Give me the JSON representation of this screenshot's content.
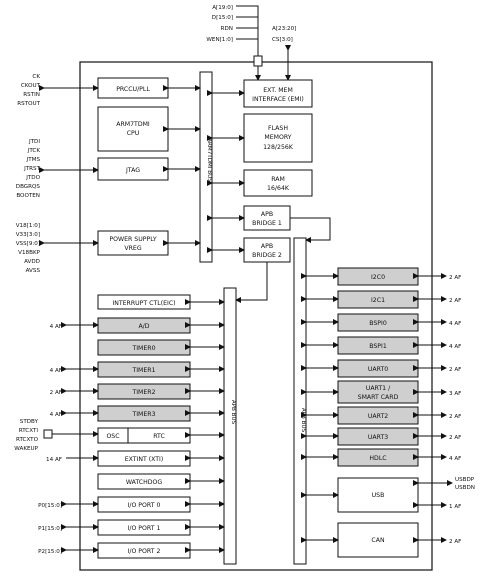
{
  "ext_mem_signals": [
    "A[19:0]",
    "D[15:0]",
    "RDN",
    "WEN[1:0]"
  ],
  "ext_mem_signals_right": [
    "A[23:20]",
    "CS[3:0]"
  ],
  "clock_signals": [
    "CK",
    "CKOUT",
    "RSTIN",
    "RSTOUT"
  ],
  "jtag_signals": [
    "JTDI",
    "JTCK",
    "JTMS",
    "JTRST",
    "JTDO",
    "DBGRQS",
    "BOOTEN"
  ],
  "power_signals": [
    "V18[1:0]",
    "V33[3:0]",
    "VSS[9:0]",
    "V18BKP",
    "AVDD",
    "AVSS"
  ],
  "rtc_signals": [
    "STDBY",
    "RTCXTI",
    "RTCXTO",
    "WAKEUP"
  ],
  "blocks": {
    "prccu": "PRCCU/PLL",
    "cpu_line1": "ARM7TDMI",
    "cpu_line2": "CPU",
    "jtag": "JTAG",
    "psu_line1": "POWER SUPPLY",
    "psu_line2": "VREG",
    "emi_line1": "EXT. MEM",
    "emi_line2": "INTERFACE (EMI)",
    "flash_line1": "FLASH",
    "flash_line2": "MEMORY",
    "flash_line3": "128/256K",
    "ram_line1": "RAM",
    "ram_line2": "16/64K",
    "apb1_line1": "APB",
    "apb1_line2": "BRIDGE 1",
    "apb2_line1": "APB",
    "apb2_line2": "BRIDGE 2",
    "eic": "INTERRUPT CTL(EIC)",
    "adc": "A/D",
    "timer0": "TIMER0",
    "timer1": "TIMER1",
    "timer2": "TIMER2",
    "timer3": "TIMER3",
    "osc": "OSC",
    "rtc": "RTC",
    "xti": "EXTINT (XTI)",
    "watchdog": "WATCHDOG",
    "port0": "I/O PORT 0",
    "port1": "I/O PORT 1",
    "port2": "I/O PORT 2"
  },
  "right_blocks": [
    "I2C0",
    "I2C1",
    "BSPI0",
    "BSPI1",
    "UART0",
    "UART1 /",
    "SMART CARD",
    "UART2",
    "UART3",
    "HDLC",
    "USB",
    "CAN"
  ],
  "buses": {
    "arm7_bus": "ARM7TDMI BUS",
    "apb_bus_left": "APB BUS",
    "apb_bus_right": "APB BUS"
  },
  "left_pin_labels": {
    "adc": "4 AF",
    "timer0": "4 AF",
    "timer1": "2 AF",
    "timer2": "4 AF",
    "xti": "14 AF",
    "port0": "P0[15:0]",
    "port1": "P1[15:0]",
    "port2": "P2[15:0]"
  },
  "right_pin_labels": [
    "2 AF",
    "2 AF",
    "4 AF",
    "4 AF",
    "2 AF",
    "3 AF",
    "2 AF",
    "2 AF",
    "4 AF",
    "1 AF",
    "2 AF"
  ],
  "usb_pins": [
    "USBDP",
    "USBDN"
  ]
}
